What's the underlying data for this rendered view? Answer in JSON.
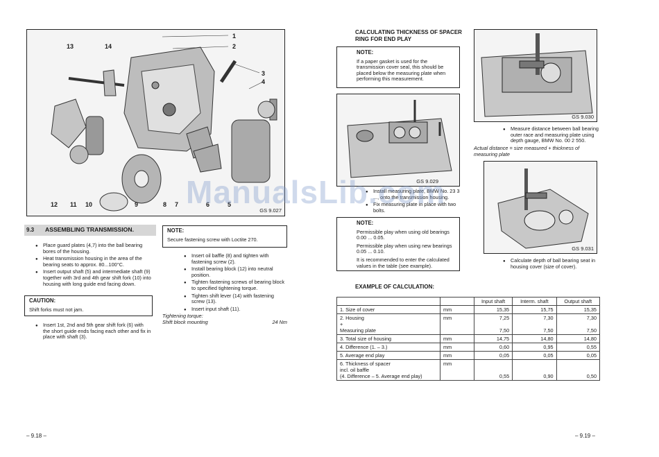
{
  "left_page": {
    "figure_label": "GS 9.027",
    "callouts": [
      "1",
      "2",
      "3",
      "4",
      "13",
      "14",
      "12",
      "11",
      "10",
      "9",
      "8",
      "7",
      "6",
      "5"
    ],
    "section_number": "9.3",
    "section_title": "ASSEMBLING TRANSMISSION.",
    "bullets_a": [
      "Place guard plates (4,7) into the ball bearing bores of the housing.",
      "Heat transmission housing in the area of the bearing seats to approx. 80...100°C.",
      "Insert output shaft (5) and intermediate shaft (9) together with 3rd and 4th gear shift fork (10) into housing with long guide end facing down."
    ],
    "caution_title": "CAUTION:",
    "caution_text": "Shift forks must not jam.",
    "bullets_b": [
      "Insert 1st, 2nd and 5th gear shift fork (6) with the short guide ends facing each other and fix in place with shaft (3)."
    ],
    "note_title": "NOTE:",
    "note_text": "Secure fastening screw with Loctite 270.",
    "bullets_c": [
      "Insert oil baffle (8) and tighten with fastening screw (2).",
      "Install bearing block (12) into neutral position.",
      "Tighten fastening screws of bearing block to specified tightening torque.",
      "Tighten shift lever (14) with fastening screw (13).",
      "Insert input shaft (11)."
    ],
    "torque_heading": "Tightening torque:",
    "torque_item": "Shift block mounting",
    "torque_value": "24 Nm",
    "page_number": "– 9.18 –"
  },
  "right_page": {
    "heading": "CALCULATING THICKNESS OF SPACER RING FOR END PLAY",
    "note1_title": "NOTE:",
    "note1_text": "If a paper gasket is used for the transmission cover seal, this should be placed below the measuring plate when performing this measurement.",
    "fig_029": "GS 9.029",
    "bullets_a": [
      "Install measuring plate, BMW No. 23 3 ..., onto the transmission housing.",
      "Fix measuring plate in place with two bolts."
    ],
    "note2_title": "NOTE:",
    "note2_lines": [
      "Permissible play when using old bearings 0.00 ... 0.05.",
      "Permissible play when using new bearings 0.05 ... 0.10.",
      "It is recommended to enter the calculated values in the table (see example)."
    ],
    "example_title": "EXAMPLE OF CALCULATION:",
    "fig_030": "GS 9.030",
    "bullet_measure": "Measure distance between ball bearing outer race and measuring plate using depth gauge, BMW No. 00 2 550.",
    "actual_distance": "Actual distance = size measured + thickness of measuring plate",
    "fig_031": "GS 9.031",
    "bullet_calc": "Calculate depth of ball bearing seat in housing cover (size of cover).",
    "page_number": "– 9.19 –",
    "table": {
      "headers": [
        "",
        "",
        "Input shaft",
        "Interm. shaft",
        "Output shaft"
      ],
      "rows": [
        {
          "label": "1.  Size of cover",
          "unit": "mm",
          "v": [
            "15,35",
            "15,75",
            "15,35"
          ]
        },
        {
          "label": "2.  Housing\n      +\n      Measuring plate",
          "unit": "mm",
          "v": [
            "7,25\n\n7,50",
            "7,30\n\n7,50",
            "7,30\n\n7,50"
          ]
        },
        {
          "label": "3.  Total size of housing",
          "unit": "mm",
          "v": [
            "14,75",
            "14,80",
            "14,80"
          ]
        },
        {
          "label": "4.  Difference   (1. – 3.)",
          "unit": "mm",
          "v": [
            "0,60",
            "0,95",
            "0,55"
          ]
        },
        {
          "label": "5.  Average end play",
          "unit": "mm",
          "v": [
            "0,05",
            "0,05",
            "0,05"
          ]
        },
        {
          "label": "6.  Thickness of spacer\n      incl. oil baffle\n      (4. Difference – 5. Average end play)",
          "unit": "mm",
          "v": [
            "0,55",
            "0,90",
            "0,50"
          ]
        }
      ]
    }
  },
  "watermark": "ManualsLib.com"
}
